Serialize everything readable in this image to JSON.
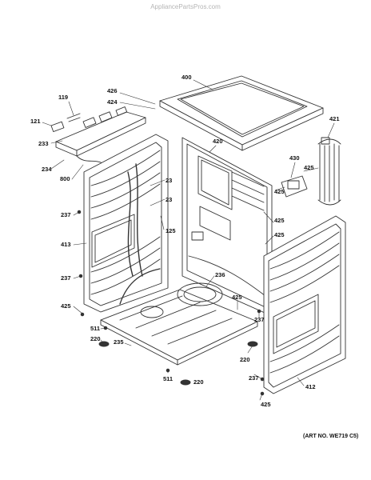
{
  "watermark": "AppliancePartsPros.com",
  "art_number": "(ART NO. WE719 C5)",
  "colors": {
    "line": "#333333",
    "text": "#111111",
    "watermark": "#b5b5b5"
  },
  "callouts": {
    "c400": "400",
    "c426": "426",
    "c424": "424",
    "c119": "119",
    "c121": "121",
    "c233": "233",
    "c234": "234",
    "c800": "800",
    "c420": "420",
    "c421": "421",
    "c430": "430",
    "c425a": "425",
    "c425b": "425",
    "c425c": "425",
    "c425d": "425",
    "c425e": "425",
    "c425f": "425",
    "c425g": "425",
    "c23a": "23",
    "c23b": "23",
    "c125": "125",
    "c237a": "237",
    "c237b": "237",
    "c237c": "237",
    "c237d": "237",
    "c413": "413",
    "c236": "236",
    "c511a": "511",
    "c511b": "511",
    "c220a": "220",
    "c220b": "220",
    "c220c": "220",
    "c235": "235",
    "c412": "412"
  }
}
